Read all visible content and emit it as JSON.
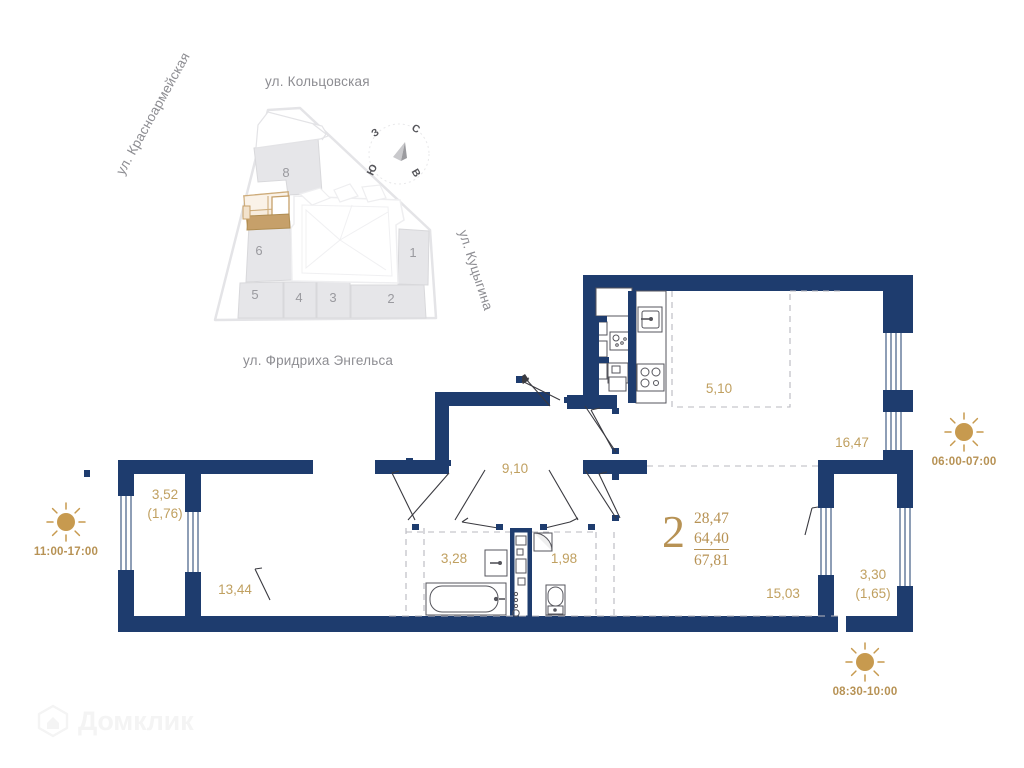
{
  "site_plan": {
    "streets": {
      "top": "ул. Кольцовская",
      "bottom": "ул. Фридриха Энгельса",
      "left": "ул. Красноармейская",
      "right": "ул. Куцыгина"
    },
    "buildings": [
      {
        "label": "8",
        "highlighted": false
      },
      {
        "label": "6",
        "highlighted": false
      },
      {
        "label": "5",
        "highlighted": false
      },
      {
        "label": "4",
        "highlighted": false
      },
      {
        "label": "3",
        "highlighted": false
      },
      {
        "label": "2",
        "highlighted": false
      },
      {
        "label": "1",
        "highlighted": false
      }
    ],
    "highlight_color": "#c6a06a"
  },
  "compass": {
    "north": "С",
    "south": "Ю",
    "west": "З",
    "east": "В"
  },
  "apartment": {
    "rooms_count": "2",
    "area_living": "28,47",
    "area_total": "64,40",
    "area_with_balcony": "67,81",
    "accent_color": "#b79254"
  },
  "rooms": [
    {
      "name": "kitchen-niche",
      "area": "5,10",
      "sub": ""
    },
    {
      "name": "living-room",
      "area": "16,47",
      "sub": ""
    },
    {
      "name": "hall",
      "area": "9,10",
      "sub": ""
    },
    {
      "name": "bathroom",
      "area": "3,28",
      "sub": ""
    },
    {
      "name": "wc",
      "area": "1,98",
      "sub": ""
    },
    {
      "name": "bedroom-left",
      "area": "13,44",
      "sub": ""
    },
    {
      "name": "bedroom-right",
      "area": "15,03",
      "sub": ""
    },
    {
      "name": "balcony-left",
      "area": "3,52",
      "sub": "(1,76)"
    },
    {
      "name": "balcony-right",
      "area": "3,30",
      "sub": "(1,65)"
    }
  ],
  "sun_markers": [
    {
      "position": "left",
      "time": "11:00-17:00"
    },
    {
      "position": "right",
      "time": "06:00-07:00"
    },
    {
      "position": "bottom",
      "time": "08:30-10:00"
    }
  ],
  "watermark": {
    "text": "Домклик"
  },
  "colors": {
    "wall": "#1e3c6e",
    "wall_light": "#24407a",
    "gold": "#b79254",
    "gold_light": "#c0a060",
    "site_gray": "#e3e3e5",
    "site_stroke": "#d3d3d6",
    "street_text": "#8d8d92"
  }
}
